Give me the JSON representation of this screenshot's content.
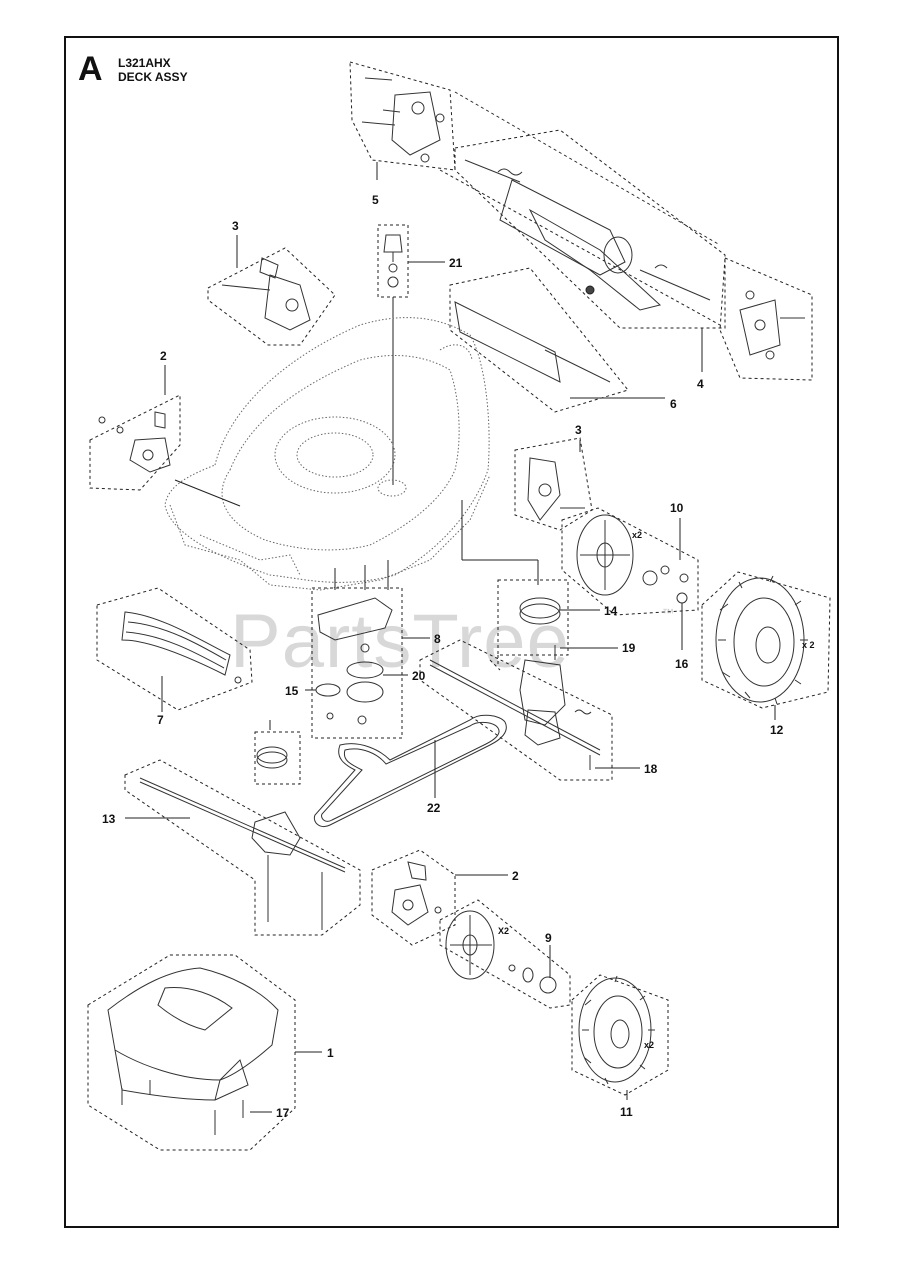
{
  "header": {
    "section_letter": "A",
    "model": "L321AHX",
    "title": "DECK ASSY"
  },
  "watermark": {
    "text": "PartsTree",
    "tm": "™"
  },
  "quantities": {
    "x2_a": "x2",
    "x2_b": "x 2",
    "x2_c": "X2",
    "x2_d": "x2"
  },
  "callouts": {
    "c1": "1",
    "c2a": "2",
    "c2b": "2",
    "c3a": "3",
    "c3b": "3",
    "c4": "4",
    "c5": "5",
    "c6": "6",
    "c7": "7",
    "c8": "8",
    "c9": "9",
    "c10": "10",
    "c11": "11",
    "c12": "12",
    "c13": "13",
    "c14": "14",
    "c15": "15",
    "c16": "16",
    "c17": "17",
    "c18": "18",
    "c19": "19",
    "c20": "20",
    "c21": "21",
    "c22": "22"
  }
}
